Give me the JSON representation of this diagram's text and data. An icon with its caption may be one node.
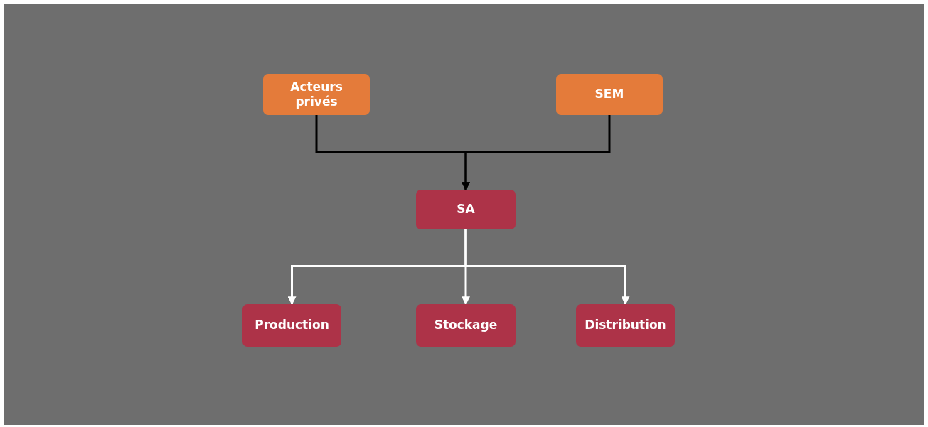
{
  "diagram": {
    "nodes": [
      {
        "text": [
          "Acteurs privés"
        ]
      },
      {
        "text": [
          "SEM"
        ]
      },
      {
        "text": [
          "SA"
        ]
      },
      {
        "text": [
          "Production"
        ]
      },
      {
        "text": [
          "Stockage"
        ]
      },
      {
        "text": [
          "Distribution"
        ]
      }
    ],
    "edges": [
      {
        "from": 0,
        "to": 2,
        "arrow": "to",
        "color": "#000000"
      },
      {
        "from": 1,
        "to": 2,
        "arrow": "to",
        "color": "#000000"
      },
      {
        "from": 2,
        "to": 3,
        "arrow": "to"
      },
      {
        "from": 2,
        "to": 4,
        "arrow": "to"
      },
      {
        "from": 2,
        "to": 5,
        "arrow": "to"
      }
    ]
  }
}
